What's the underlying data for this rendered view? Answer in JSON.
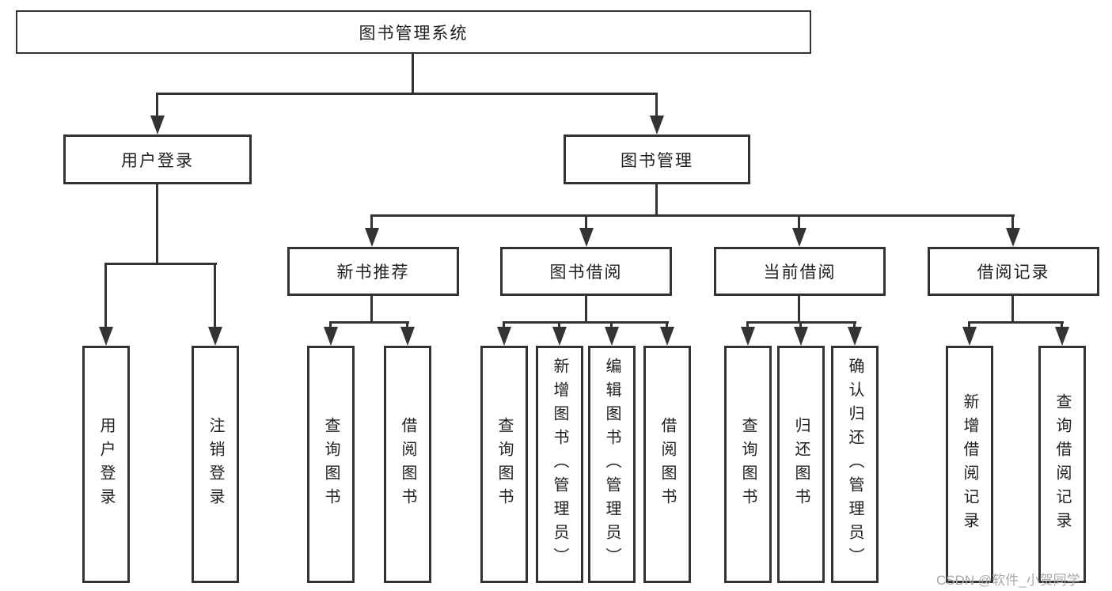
{
  "root": {
    "label": "图书管理系统"
  },
  "branches": [
    {
      "label": "用户登录",
      "children": [
        {
          "label": "用户登录"
        },
        {
          "label": "注销登录"
        }
      ]
    },
    {
      "label": "图书管理",
      "children": [
        {
          "label": "新书推荐",
          "children": [
            {
              "label": "查询图书"
            },
            {
              "label": "借阅图书"
            }
          ]
        },
        {
          "label": "图书借阅",
          "children": [
            {
              "label": "查询图书"
            },
            {
              "label": "新增图书（管理员）"
            },
            {
              "label": "编辑图书（管理员）"
            },
            {
              "label": "借阅图书"
            }
          ]
        },
        {
          "label": "当前借阅",
          "children": [
            {
              "label": "查询图书"
            },
            {
              "label": "归还图书"
            },
            {
              "label": "确认归还（管理员）"
            }
          ]
        },
        {
          "label": "借阅记录",
          "children": [
            {
              "label": "新增借阅记录"
            },
            {
              "label": "查询借阅记录"
            }
          ]
        }
      ]
    }
  ],
  "watermark": "CSDN @软件_小贺同学",
  "colors": {
    "line": "#333333",
    "text": "#1f1f1f",
    "background": "#ffffff",
    "watermark": "#a9a9a9"
  }
}
